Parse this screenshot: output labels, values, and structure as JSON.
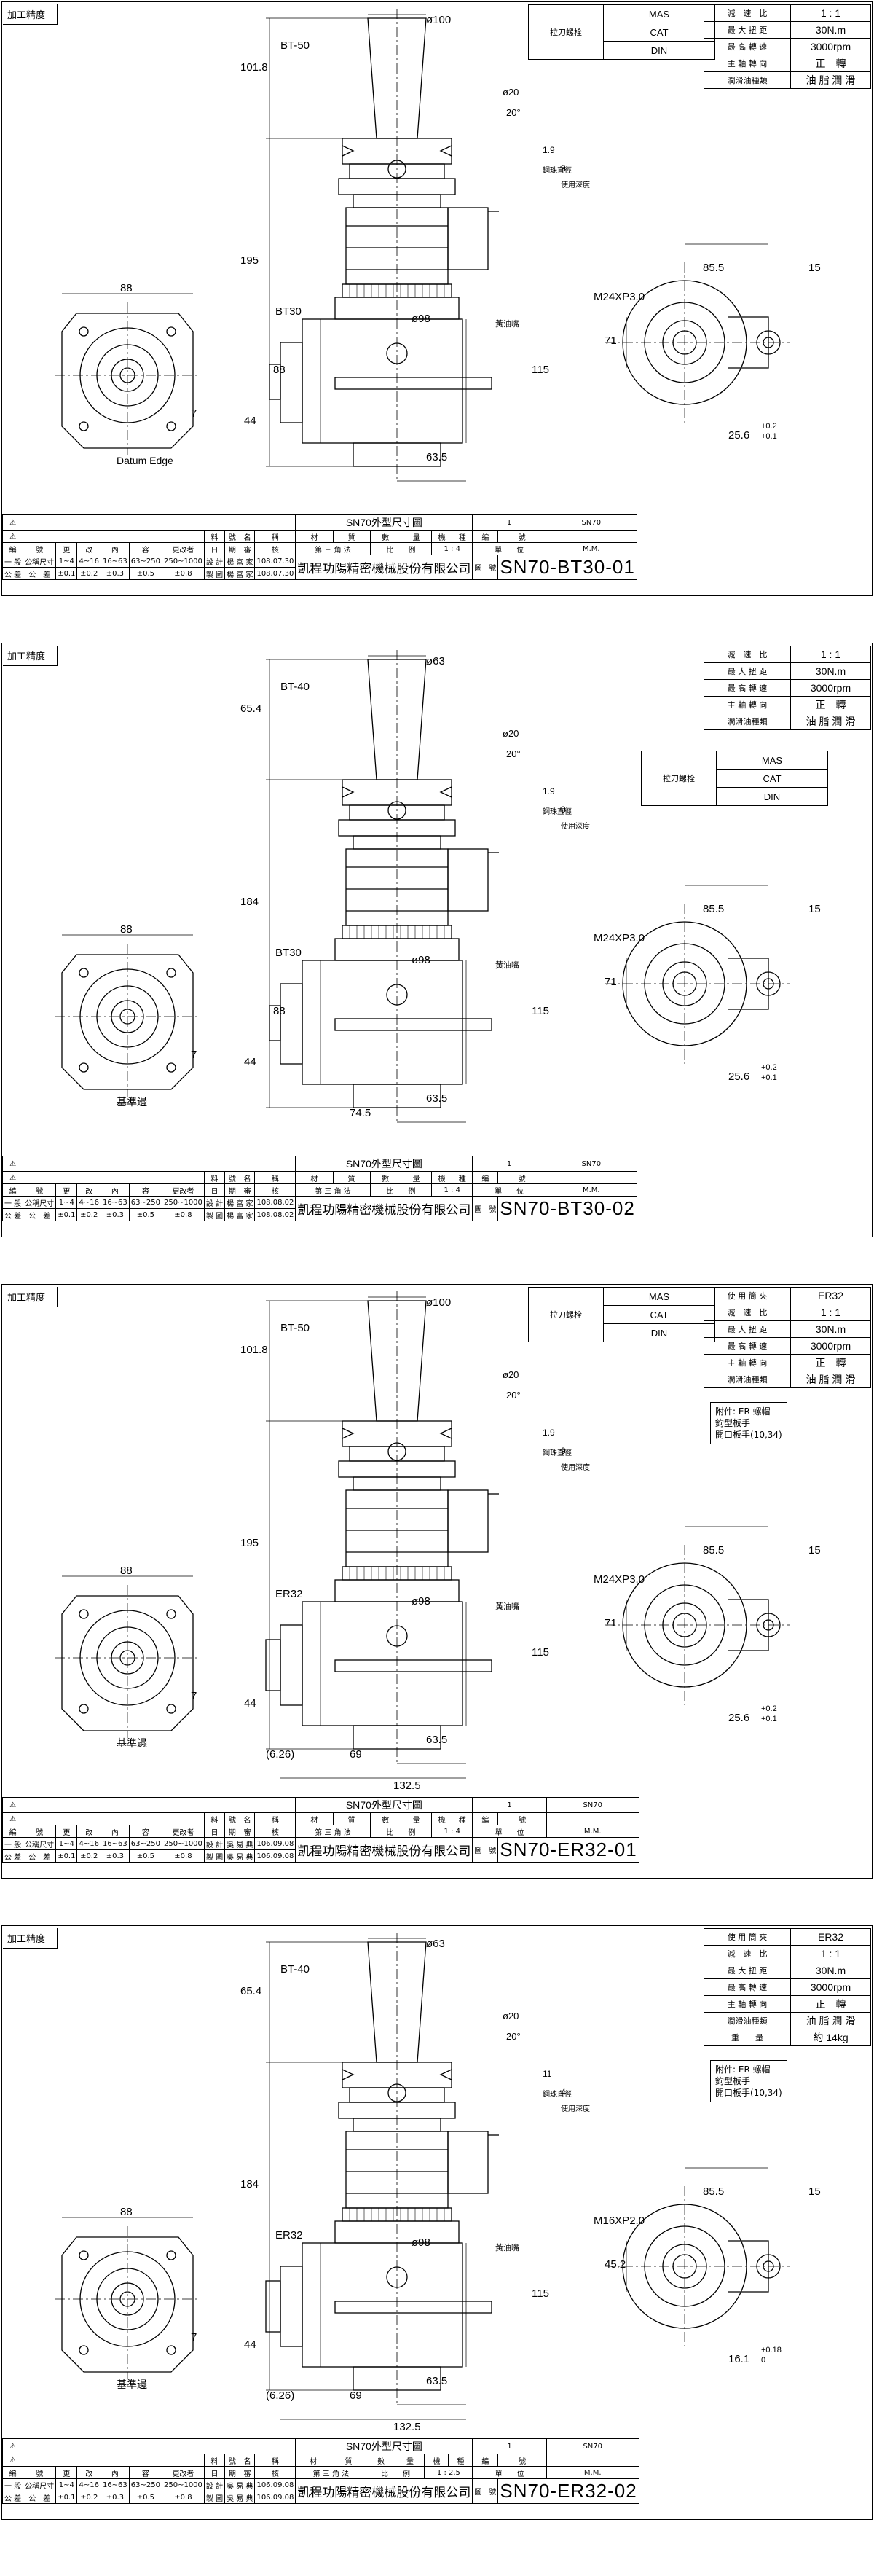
{
  "sheets": [
    {
      "header": "加工精度",
      "pull_stud": {
        "label": "拉刀螺栓",
        "options": [
          "MAS",
          "CAT",
          "DIN"
        ]
      },
      "specs": [
        [
          "減　速　比",
          "1 : 1"
        ],
        [
          "最 大 扭 距",
          "30N.m"
        ],
        [
          "最 高 轉 速",
          "3000rpm"
        ],
        [
          "主 軸 轉 向",
          "正　轉"
        ],
        [
          "潤滑油種類",
          "油 脂 潤 滑"
        ]
      ],
      "accessories": [],
      "labels": {
        "shank": "BT-50",
        "top_dia": "ø100",
        "height_top": "101.8",
        "height_mid": "195",
        "taper": "BT30",
        "dim_88": "88",
        "dim_44": "44",
        "dim_115": "115",
        "dim_98": "ø98",
        "dim_63": "63.5",
        "dim_extra": "",
        "dim_total": "",
        "dim_offset": "",
        "thread": "M24XP3.0",
        "front_w": "85.5",
        "front_15": "15",
        "front_71": "71",
        "front_tol": "25.6",
        "tol_up": "+0.2",
        "tol_dn": "+0.1",
        "side_88": "88",
        "side_7": "7",
        "datum": "Datum Edge",
        "ang": "20°",
        "dia20": "ø20",
        "v19": "1.9",
        "v9": "9",
        "note_a": "鋼珠直徑",
        "note_b": "使用深度",
        "oil": "黃油嘴"
      },
      "title_block": {
        "title": "SN70外型尺寸圖",
        "qty": "1",
        "series": "SN70",
        "col_heads": [
          "料",
          "號",
          "名",
          "稱",
          "材",
          "質",
          "數",
          "量",
          "機",
          "種",
          "編",
          "號"
        ],
        "rev_heads": [
          "編",
          "號",
          "更",
          "改",
          "內",
          "容",
          "更改者",
          "日",
          "期",
          "審",
          "核"
        ],
        "general": [
          "一 般",
          "公稱尺寸",
          "1~4",
          "4~16",
          "16~63",
          "63~250",
          "250~1000"
        ],
        "tolerance": [
          "公 差",
          "公　差",
          "±0.1",
          "±0.2",
          "±0.3",
          "±0.5",
          "±0.8"
        ],
        "design": "設 計",
        "drafter": "楊 富 家",
        "date1": "108.07.30",
        "made": "製 圖",
        "date2": "108.07.30",
        "projection": "第 三 角 法",
        "scale_label": "比　　例",
        "scale": "1 : 4",
        "unit_label": "單　　位",
        "unit": "M.M.",
        "drawing_label": "圖　號",
        "company": "凱程功陽精密機械股份有限公司",
        "part_no": "SN70-BT30-01",
        "marks": [
          "⚠",
          "⚠"
        ]
      }
    },
    {
      "header": "加工精度",
      "pull_stud": {
        "label": "拉刀螺栓",
        "options": [
          "MAS",
          "CAT",
          "DIN"
        ]
      },
      "specs": [
        [
          "減　速　比",
          "1 : 1"
        ],
        [
          "最 大 扭 距",
          "30N.m"
        ],
        [
          "最 高 轉 速",
          "3000rpm"
        ],
        [
          "主 軸 轉 向",
          "正　轉"
        ],
        [
          "潤滑油種類",
          "油 脂 潤 滑"
        ]
      ],
      "accessories": [],
      "labels": {
        "shank": "BT-40",
        "top_dia": "ø63",
        "height_top": "65.4",
        "height_mid": "184",
        "taper": "BT30",
        "dim_88": "88",
        "dim_44": "44",
        "dim_115": "115",
        "dim_98": "ø98",
        "dim_63": "63.5",
        "dim_extra": "74.5",
        "dim_total": "",
        "dim_offset": "",
        "thread": "M24XP3.0",
        "front_w": "85.5",
        "front_15": "15",
        "front_71": "71",
        "front_tol": "25.6",
        "tol_up": "+0.2",
        "tol_dn": "+0.1",
        "side_88": "88",
        "side_7": "7",
        "datum": "基準邊",
        "ang": "20°",
        "dia20": "ø20",
        "v19": "1.9",
        "v9": "9",
        "note_a": "鋼珠直徑",
        "note_b": "使用深度",
        "oil": "黃油嘴"
      },
      "title_block": {
        "title": "SN70外型尺寸圖",
        "qty": "1",
        "series": "SN70",
        "col_heads": [
          "料",
          "號",
          "名",
          "稱",
          "材",
          "質",
          "數",
          "量",
          "機",
          "種",
          "編",
          "號"
        ],
        "rev_heads": [
          "編",
          "號",
          "更",
          "改",
          "內",
          "容",
          "更改者",
          "日",
          "期",
          "審",
          "核"
        ],
        "general": [
          "一 般",
          "公稱尺寸",
          "1~4",
          "4~16",
          "16~63",
          "63~250",
          "250~1000"
        ],
        "tolerance": [
          "公 差",
          "公　差",
          "±0.1",
          "±0.2",
          "±0.3",
          "±0.5",
          "±0.8"
        ],
        "design": "設 計",
        "drafter": "楊 富 家",
        "date1": "108.08.02",
        "made": "製 圖",
        "date2": "108.08.02",
        "projection": "第 三 角 法",
        "scale_label": "比　　例",
        "scale": "1 : 4",
        "unit_label": "單　　位",
        "unit": "M.M.",
        "drawing_label": "圖　號",
        "company": "凱程功陽精密機械股份有限公司",
        "part_no": "SN70-BT30-02",
        "marks": [
          "⚠",
          "⚠"
        ]
      }
    },
    {
      "header": "加工精度",
      "pull_stud": {
        "label": "拉刀螺栓",
        "options": [
          "MAS",
          "CAT",
          "DIN"
        ]
      },
      "specs": [
        [
          "使 用 筒 夾",
          "ER32"
        ],
        [
          "減　速　比",
          "1 : 1"
        ],
        [
          "最 大 扭 距",
          "30N.m"
        ],
        [
          "最 高 轉 速",
          "3000rpm"
        ],
        [
          "主 軸 轉 向",
          "正　轉"
        ],
        [
          "潤滑油種類",
          "油 脂 潤 滑"
        ]
      ],
      "accessories": [
        "附件: ER 螺帽",
        "鉤型板手",
        "開口板手(10,34)"
      ],
      "labels": {
        "shank": "BT-50",
        "top_dia": "ø100",
        "height_top": "101.8",
        "height_mid": "195",
        "taper": "ER32",
        "dim_88": "",
        "dim_44": "44",
        "dim_115": "115",
        "dim_98": "ø98",
        "dim_63": "63.5",
        "dim_extra": "69",
        "dim_total": "132.5",
        "dim_offset": "(6.26)",
        "thread": "M24XP3.0",
        "front_w": "85.5",
        "front_15": "15",
        "front_71": "71",
        "front_tol": "25.6",
        "tol_up": "+0.2",
        "tol_dn": "+0.1",
        "side_88": "88",
        "side_7": "7",
        "datum": "基準邊",
        "ang": "20°",
        "dia20": "ø20",
        "v19": "1.9",
        "v9": "9",
        "note_a": "鋼珠直徑",
        "note_b": "使用深度",
        "oil": "黃油嘴"
      },
      "title_block": {
        "title": "SN70外型尺寸圖",
        "qty": "1",
        "series": "SN70",
        "col_heads": [
          "料",
          "號",
          "名",
          "稱",
          "材",
          "質",
          "數",
          "量",
          "機",
          "種",
          "編",
          "號"
        ],
        "rev_heads": [
          "編",
          "號",
          "更",
          "改",
          "內",
          "容",
          "更改者",
          "日",
          "期",
          "審",
          "核"
        ],
        "general": [
          "一 般",
          "公稱尺寸",
          "1~4",
          "4~16",
          "16~63",
          "63~250",
          "250~1000"
        ],
        "tolerance": [
          "公 差",
          "公　差",
          "±0.1",
          "±0.2",
          "±0.3",
          "±0.5",
          "±0.8"
        ],
        "design": "設 計",
        "drafter": "吳 易 典",
        "date1": "106.09.08",
        "made": "製 圖",
        "date2": "106.09.08",
        "projection": "第 三 角 法",
        "scale_label": "比　　例",
        "scale": "1 : 4",
        "unit_label": "單　　位",
        "unit": "M.M.",
        "drawing_label": "圖　號",
        "company": "凱程功陽精密機械股份有限公司",
        "part_no": "SN70-ER32-01",
        "marks": [
          "⚠",
          "⚠"
        ]
      }
    },
    {
      "header": "加工精度",
      "pull_stud": null,
      "specs": [
        [
          "使 用 筒 夾",
          "ER32"
        ],
        [
          "減　速　比",
          "1 : 1"
        ],
        [
          "最 大 扭 距",
          "30N.m"
        ],
        [
          "最 高 轉 速",
          "3000rpm"
        ],
        [
          "主 軸 轉 向",
          "正　轉"
        ],
        [
          "潤滑油種類",
          "油 脂 潤 滑"
        ],
        [
          "重　　量",
          "約 14kg"
        ]
      ],
      "accessories": [
        "附件: ER 螺帽",
        "鉤型板手",
        "開口板手(10,34)"
      ],
      "labels": {
        "shank": "BT-40",
        "top_dia": "ø63",
        "height_top": "65.4",
        "height_mid": "184",
        "taper": "ER32",
        "dim_88": "",
        "dim_44": "44",
        "dim_115": "115",
        "dim_98": "ø98",
        "dim_63": "63.5",
        "dim_extra": "69",
        "dim_total": "132.5",
        "dim_offset": "(6.26)",
        "thread": "M16XP2.0",
        "front_w": "85.5",
        "front_15": "15",
        "front_71": "45.2",
        "front_tol": "16.1",
        "tol_up": "+0.18",
        "tol_dn": "0",
        "side_88": "88",
        "side_7": "7",
        "datum": "基準邊",
        "ang": "20°",
        "dia20": "ø20",
        "v19": "11",
        "v9": "4",
        "note_a": "鋼珠直徑",
        "note_b": "使用深度",
        "oil": "黃油嘴"
      },
      "title_block": {
        "title": "SN70外型尺寸圖",
        "qty": "1",
        "series": "SN70",
        "col_heads": [
          "料",
          "號",
          "名",
          "稱",
          "材",
          "質",
          "數",
          "量",
          "機",
          "種",
          "編",
          "號"
        ],
        "rev_heads": [
          "編",
          "號",
          "更",
          "改",
          "內",
          "容",
          "更改者",
          "日",
          "期",
          "審",
          "核"
        ],
        "general": [
          "一 般",
          "公稱尺寸",
          "1~4",
          "4~16",
          "16~63",
          "63~250",
          "250~1000"
        ],
        "tolerance": [
          "公 差",
          "公　差",
          "±0.1",
          "±0.2",
          "±0.3",
          "±0.5",
          "±0.8"
        ],
        "design": "設 計",
        "drafter": "吳 易 典",
        "date1": "106.09.08",
        "made": "製 圖",
        "date2": "106.09.08",
        "projection": "第 三 角 法",
        "scale_label": "比　　例",
        "scale": "1 : 2.5",
        "unit_label": "單　　位",
        "unit": "M.M.",
        "drawing_label": "圖　號",
        "company": "凱程功陽精密機械股份有限公司",
        "part_no": "SN70-ER32-02",
        "marks": [
          "⚠",
          "⚠"
        ]
      }
    }
  ]
}
